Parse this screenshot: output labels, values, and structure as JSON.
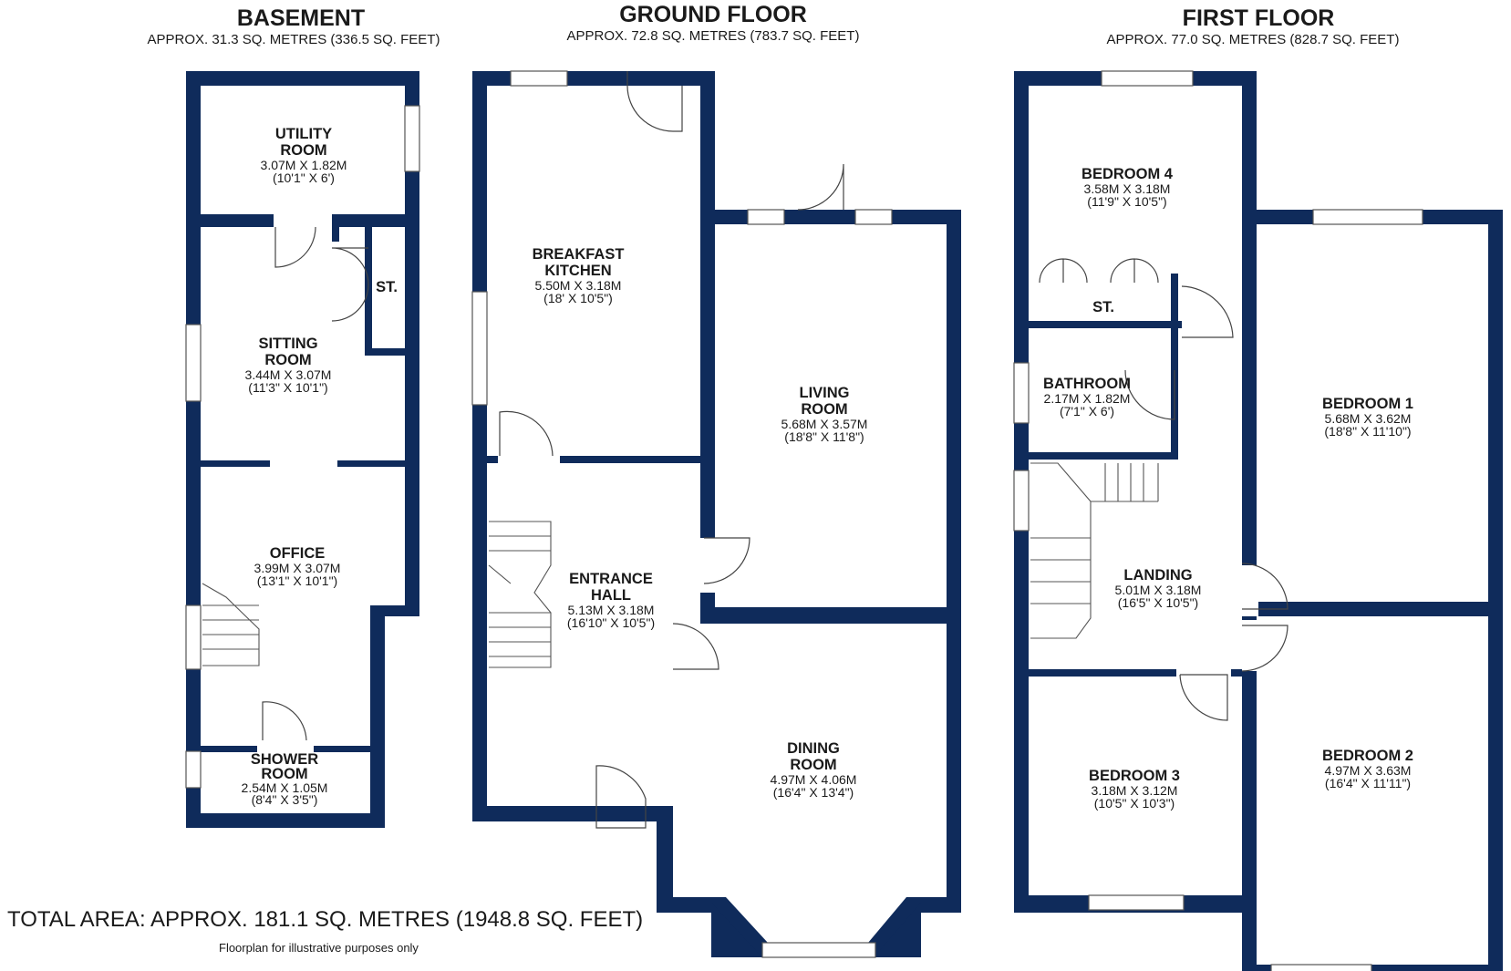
{
  "floors": {
    "basement": {
      "title": "BASEMENT",
      "area": "APPROX. 31.3 SQ. METRES (336.5 SQ. FEET)"
    },
    "ground": {
      "title": "GROUND FLOOR",
      "area": "APPROX. 72.8 SQ. METRES (783.7 SQ. FEET)"
    },
    "first": {
      "title": "FIRST FLOOR",
      "area": "APPROX. 77.0 SQ. METRES (828.7 SQ. FEET)"
    }
  },
  "rooms": {
    "utility": {
      "name1": "UTILITY",
      "name2": "ROOM",
      "metric": "3.07M X 1.82M",
      "imperial": "(10'1\" X 6')"
    },
    "sitting": {
      "name1": "SITTING",
      "name2": "ROOM",
      "metric": "3.44M X 3.07M",
      "imperial": "(11'3\" X 10'1\")"
    },
    "st_basement": {
      "name": "ST."
    },
    "office": {
      "name": "OFFICE",
      "metric": "3.99M X 3.07M",
      "imperial": "(13'1\" X 10'1\")"
    },
    "shower": {
      "name1": "SHOWER",
      "name2": "ROOM",
      "metric": "2.54M X 1.05M",
      "imperial": "(8'4\" X 3'5\")"
    },
    "kitchen": {
      "name1": "BREAKFAST",
      "name2": "KITCHEN",
      "metric": "5.50M X 3.18M",
      "imperial": "(18' X 10'5\")"
    },
    "living": {
      "name1": "LIVING",
      "name2": "ROOM",
      "metric": "5.68M X 3.57M",
      "imperial": "(18'8\" X 11'8\")"
    },
    "hall": {
      "name1": "ENTRANCE",
      "name2": "HALL",
      "metric": "5.13M X 3.18M",
      "imperial": "(16'10\" X 10'5\")"
    },
    "dining": {
      "name1": "DINING",
      "name2": "ROOM",
      "metric": "4.97M X 4.06M",
      "imperial": "(16'4\" X 13'4\")"
    },
    "bedroom4": {
      "name": "BEDROOM 4",
      "metric": "3.58M X 3.18M",
      "imperial": "(11'9\" X 10'5\")"
    },
    "st_first": {
      "name": "ST."
    },
    "bathroom": {
      "name": "BATHROOM",
      "metric": "2.17M X 1.82M",
      "imperial": "(7'1\" X 6')"
    },
    "bedroom1": {
      "name": "BEDROOM 1",
      "metric": "5.68M X 3.62M",
      "imperial": "(18'8\" X 11'10\")"
    },
    "landing": {
      "name": "LANDING",
      "metric": "5.01M X 3.18M",
      "imperial": "(16'5\" X 10'5\")"
    },
    "bedroom3": {
      "name": "BEDROOM 3",
      "metric": "3.18M X 3.12M",
      "imperial": "(10'5\" X 10'3\")"
    },
    "bedroom2": {
      "name": "BEDROOM 2",
      "metric": "4.97M X 3.63M",
      "imperial": "(16'4\" X 11'11\")"
    }
  },
  "footer": {
    "total": "TOTAL AREA: APPROX. 181.1 SQ. METRES (1948.8 SQ. FEET)",
    "note": "Floorplan for illustrative purposes only"
  },
  "colors": {
    "wall": "#0f2b5b",
    "background": "#ffffff"
  }
}
